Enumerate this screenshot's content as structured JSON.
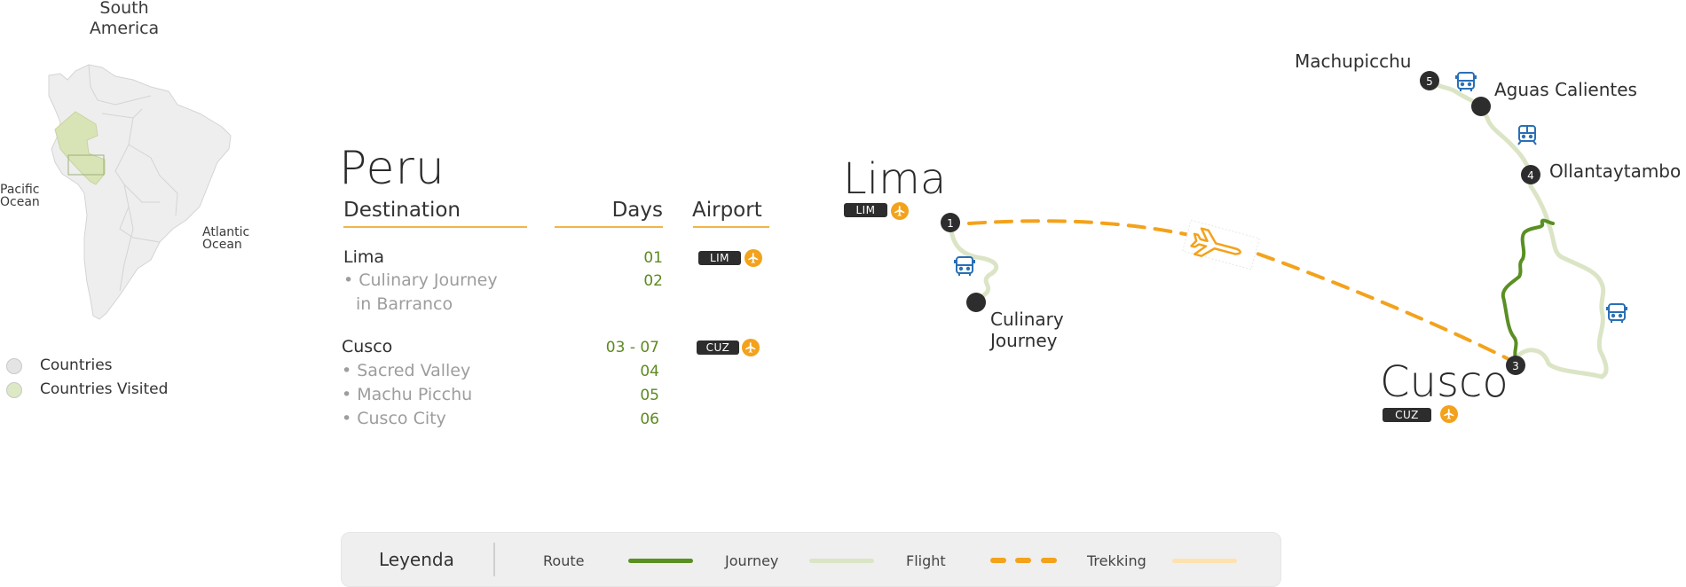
{
  "overview": {
    "title_line1": "South",
    "title_line2": "America",
    "pacific_line1": "Pacific",
    "pacific_line2": "Ocean",
    "atlantic_line1": "Atlantic",
    "atlantic_line2": "Ocean",
    "legend": [
      {
        "label": "Countries",
        "color": "#e4e4e4"
      },
      {
        "label": "Countries Visited",
        "color": "#dde8c4"
      }
    ],
    "colors": {
      "land": "#eeeeee",
      "border": "#d6d6d6",
      "visited": "#d8e4b6",
      "zoom_box": "#9cb07a"
    }
  },
  "itinerary": {
    "country": "Peru",
    "headers": {
      "destination": "Destination",
      "days": "Days",
      "airport": "Airport"
    },
    "groups": [
      {
        "destination": "Lima",
        "days": "01",
        "airport_code": "LIM",
        "subitems": [
          {
            "label_line1": "• Culinary Journey",
            "label_line2": "in Barranco",
            "days": "02"
          }
        ]
      },
      {
        "destination": "Cusco",
        "days": "03 - 07",
        "airport_code": "CUZ",
        "subitems": [
          {
            "label_line1": "• Sacred Valley",
            "days": "04"
          },
          {
            "label_line1": "• Machu Picchu",
            "days": "05"
          },
          {
            "label_line1": "• Cusco City",
            "days": "06"
          }
        ]
      }
    ]
  },
  "map": {
    "cities": [
      {
        "name": "Lima",
        "code": "LIM",
        "stop": "1"
      },
      {
        "name": "Cusco",
        "code": "CUZ",
        "stop": "3"
      }
    ],
    "places": {
      "culinary_line1": "Culinary",
      "culinary_line2": "Journey",
      "ollantaytambo": "Ollantaytambo",
      "ollantaytambo_stop": "4",
      "aguas": "Aguas Calientes",
      "machupicchu": "Machupicchu",
      "machupicchu_stop": "5"
    },
    "transport_icons": [
      "bus-icon",
      "train-icon",
      "bus-icon",
      "bus-icon",
      "plane-icon"
    ],
    "colors": {
      "route": "#5a8f23",
      "journey": "#dbe5c6",
      "flight": "#f3a21c",
      "trekking": "#fde2b0",
      "node": "#2d2d2d",
      "transport": "#2a6fb5"
    }
  },
  "legend": {
    "title": "Leyenda",
    "items": [
      {
        "label": "Route",
        "style": "solid",
        "color": "#5a8f23"
      },
      {
        "label": "Journey",
        "style": "solid",
        "color": "#dbe5c6"
      },
      {
        "label": "Flight",
        "style": "dashed",
        "color": "#f3a21c"
      },
      {
        "label": "Trekking",
        "style": "solid",
        "color": "#fde2b0"
      }
    ]
  }
}
